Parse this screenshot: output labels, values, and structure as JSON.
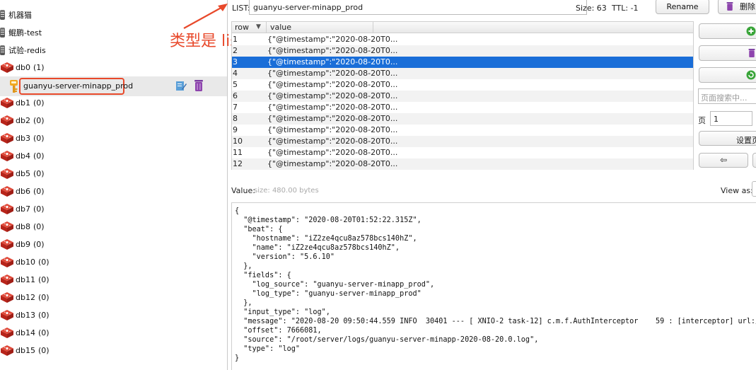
{
  "sidebar": {
    "connections": [
      {
        "label": "机器猫"
      },
      {
        "label": "鲲鹏-test"
      },
      {
        "label": "试验-redis"
      }
    ],
    "db0": {
      "label": "db0",
      "count": "(1)"
    },
    "key": {
      "label": "guanyu-server-minapp_prod"
    },
    "databases": [
      {
        "label": "db1",
        "count": "(0)"
      },
      {
        "label": "db2",
        "count": "(0)"
      },
      {
        "label": "db3",
        "count": "(0)"
      },
      {
        "label": "db4",
        "count": "(0)"
      },
      {
        "label": "db5",
        "count": "(0)"
      },
      {
        "label": "db6",
        "count": "(0)"
      },
      {
        "label": "db7",
        "count": "(0)"
      },
      {
        "label": "db8",
        "count": "(0)"
      },
      {
        "label": "db9",
        "count": "(0)"
      },
      {
        "label": "db10",
        "count": "(0)"
      },
      {
        "label": "db11",
        "count": "(0)"
      },
      {
        "label": "db12",
        "count": "(0)"
      },
      {
        "label": "db13",
        "count": "(0)"
      },
      {
        "label": "db14",
        "count": "(0)"
      },
      {
        "label": "db15",
        "count": "(0)"
      }
    ]
  },
  "topbar": {
    "type_label": "LIST:",
    "key_name": "guanyu-server-minapp_prod",
    "size": "Size: 63",
    "ttl": "TTL:  -1",
    "rename_label": "Rename",
    "delete_label": "删除"
  },
  "annotation": {
    "text": "类型是 list",
    "color": "#e8492b"
  },
  "table": {
    "headers": {
      "row": "row",
      "value": "value"
    },
    "selected_row": "3",
    "rows": [
      {
        "row": "1",
        "value": "{\"@timestamp\":\"2020-08-20T0..."
      },
      {
        "row": "2",
        "value": "{\"@timestamp\":\"2020-08-20T0..."
      },
      {
        "row": "3",
        "value": "{\"@timestamp\":\"2020-08-20T0..."
      },
      {
        "row": "4",
        "value": "{\"@timestamp\":\"2020-08-20T0..."
      },
      {
        "row": "5",
        "value": "{\"@timestamp\":\"2020-08-20T0..."
      },
      {
        "row": "6",
        "value": "{\"@timestamp\":\"2020-08-20T0..."
      },
      {
        "row": "7",
        "value": "{\"@timestamp\":\"2020-08-20T0..."
      },
      {
        "row": "8",
        "value": "{\"@timestamp\":\"2020-08-20T0..."
      },
      {
        "row": "9",
        "value": "{\"@timestamp\":\"2020-08-20T0..."
      },
      {
        "row": "10",
        "value": "{\"@timestamp\":\"2020-08-20T0..."
      },
      {
        "row": "11",
        "value": "{\"@timestamp\":\"2020-08-20T0..."
      },
      {
        "row": "12",
        "value": "{\"@timestamp\":\"2020-08-20T0..."
      }
    ]
  },
  "side_panel": {
    "page_search_placeholder": "页面搜索中...",
    "page_label": "页",
    "page_value": "1",
    "set_page_label": "设置页",
    "prev_label": "⇦"
  },
  "value_panel": {
    "label": "Value:",
    "size": "size: 480.00 bytes",
    "view_as_label": "View as:",
    "content": "{\n  \"@timestamp\": \"2020-08-20T01:52:22.315Z\",\n  \"beat\": {\n    \"hostname\": \"iZ2ze4qcu8az578bcs140hZ\",\n    \"name\": \"iZ2ze4qcu8az578bcs140hZ\",\n    \"version\": \"5.6.10\"\n  },\n  \"fields\": {\n    \"log_source\": \"guanyu-server-minapp_prod\",\n    \"log_type\": \"guanyu-server-minapp_prod\"\n  },\n  \"input_type\": \"log\",\n  \"message\": \"2020-08-20 09:50:44.559 INFO  30401 --- [ XNIO-2 task-12] c.m.f.AuthInterceptor    59 : [interceptor] url:/ac\n  \"offset\": 7666081,\n  \"source\": \"/root/server/logs/guanyu-server-minapp-2020-08-20.0.log\",\n  \"type\": \"log\"\n}"
  },
  "colors": {
    "selection": "#1a6ed8",
    "annotation": "#e8492b",
    "redis_red": "#d42f25",
    "key_gold": "#f1a821",
    "trash_purple": "#8e44ad"
  }
}
